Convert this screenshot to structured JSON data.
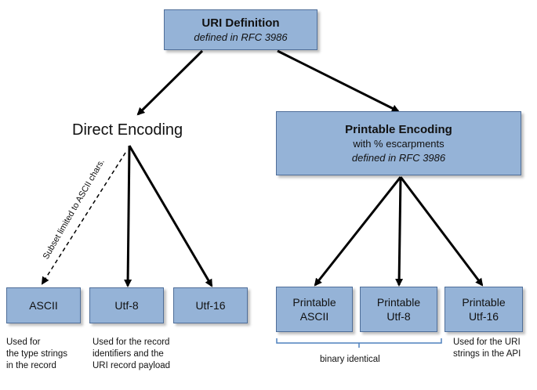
{
  "root": {
    "title": "URI Definition",
    "subtitle": "defined in RFC 3986"
  },
  "direct": {
    "label": "Direct Encoding"
  },
  "printable": {
    "title": "Printable Encoding",
    "line2": "with % escarpments",
    "line3": "defined in RFC 3986"
  },
  "leaves": {
    "ascii": "ASCII",
    "utf8": "Utf-8",
    "utf16": "Utf-16",
    "p_ascii": [
      "Printable",
      "ASCII"
    ],
    "p_utf8": [
      "Printable",
      "Utf-8"
    ],
    "p_utf16": [
      "Printable",
      "Utf-16"
    ]
  },
  "dashed_label": "Subset limited to ASCII chars.",
  "notes": {
    "ascii": [
      "Used for",
      "the type strings",
      "in the record"
    ],
    "utf8": [
      "Used for the record",
      "identifiers and the",
      "URI record payload"
    ],
    "utf16": [
      "Used for the URI",
      "strings in the API"
    ],
    "binary": "binary identical"
  },
  "colors": {
    "box_fill": "#95b3d7",
    "box_border": "#4f6e99",
    "arrow": "#000000",
    "bracket": "#4f81bd"
  }
}
